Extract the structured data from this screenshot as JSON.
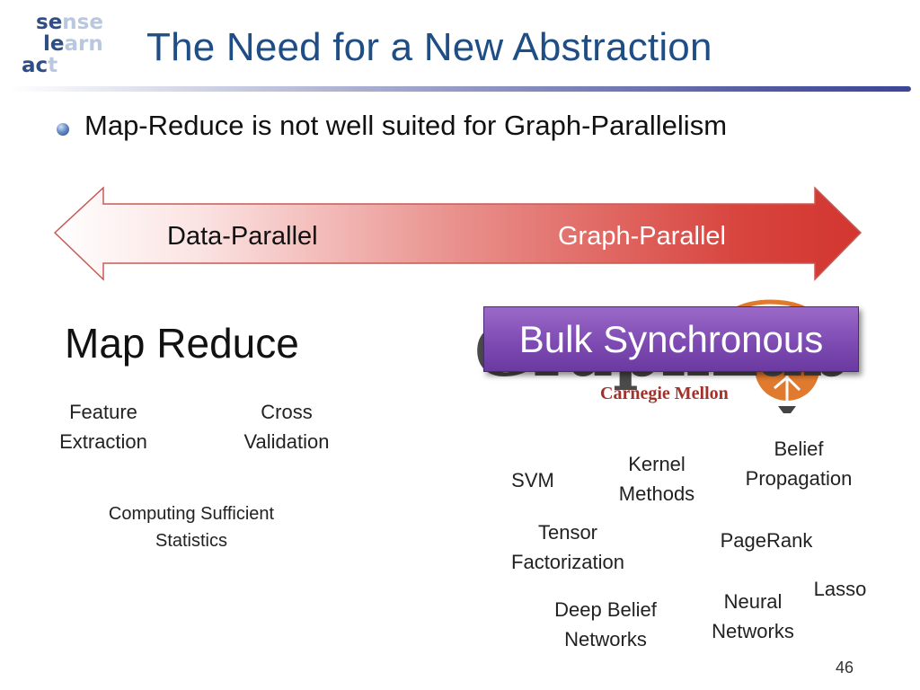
{
  "logo": {
    "line1": [
      "se",
      "nse"
    ],
    "line2": [
      "le",
      "arn"
    ],
    "line3": [
      "ac",
      "t"
    ]
  },
  "title": "The Need for a New Abstraction",
  "bullet": "Map-Reduce is not well suited for Graph-Parallelism",
  "arrow": {
    "left_label": "Data-Parallel",
    "right_label": "Graph-Parallel",
    "colors": {
      "left": "#fbeaea",
      "right": "#d53a34",
      "border": "#c84a44"
    }
  },
  "map_reduce": {
    "heading": "Map Reduce",
    "items": {
      "feature_extraction": [
        "Feature",
        "Extraction"
      ],
      "cross_validation": [
        "Cross",
        "Validation"
      ],
      "computing_stats": [
        "Computing Sufficient",
        "Statistics"
      ]
    }
  },
  "graph_side": {
    "logo_text": "GraphLab",
    "logo_sub": "Carnegie Mellon",
    "bsp_label": "Bulk Synchronous",
    "items": {
      "svm": [
        "SVM"
      ],
      "kernel": [
        "Kernel",
        "Methods"
      ],
      "belief": [
        "Belief",
        "Propagation"
      ],
      "tensor": [
        "Tensor",
        "Factorization"
      ],
      "pagerank": [
        "PageRank"
      ],
      "lasso": [
        "Lasso"
      ],
      "neural": [
        "Neural",
        "Networks"
      ],
      "deep_belief": [
        "Deep Belief",
        "Networks"
      ]
    }
  },
  "page_number": "46"
}
